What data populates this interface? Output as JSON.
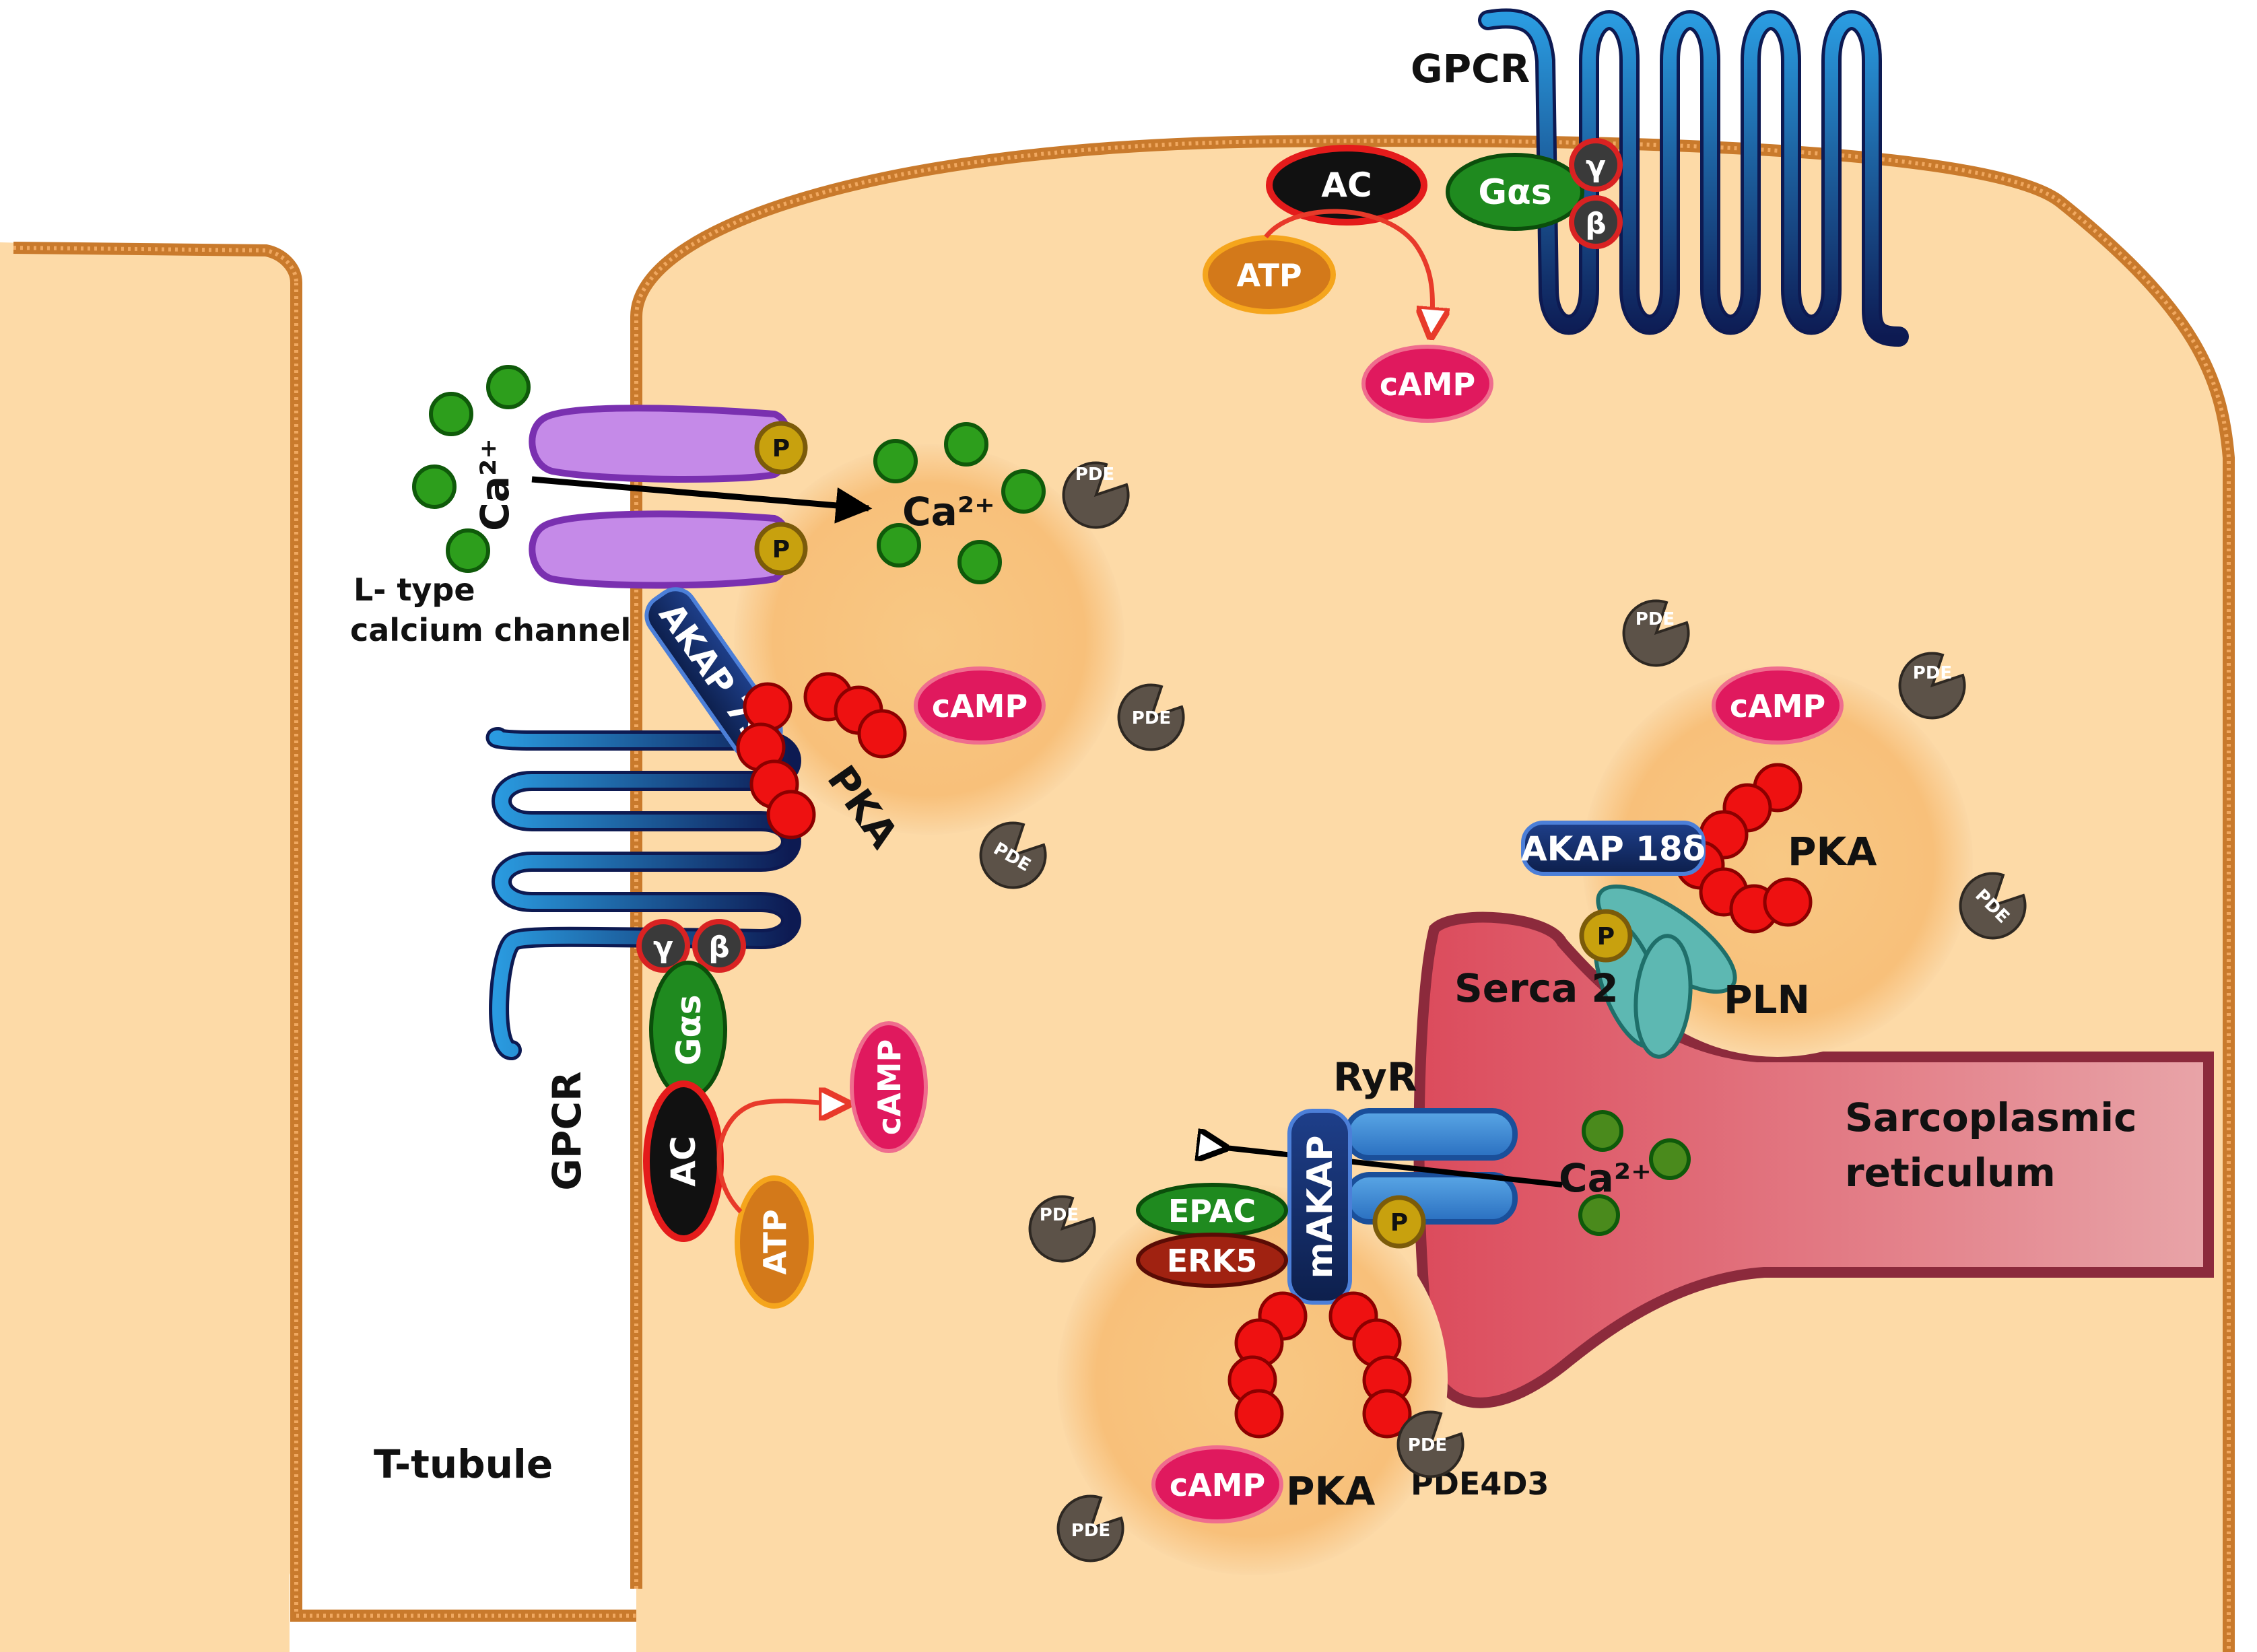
{
  "labels": {
    "gpcr_top": "GPCR",
    "gpcr_left": "GPCR",
    "ac": "AC",
    "atp": "ATP",
    "camp": "cAMP",
    "gas": "Gαs",
    "gamma": "γ",
    "beta": "β",
    "p": "P",
    "pde": "PDE",
    "pka": "PKA",
    "ca": "Ca²⁺",
    "ltype_line1": "L- type",
    "ltype_line2": "calcium channel",
    "akap79": "AKAP 79",
    "akap18": "AKAP 18δ",
    "makap": "mAKAP",
    "epac": "EPAC",
    "erk5": "ERK5",
    "serca2": "Serca 2",
    "pln": "PLN",
    "ryr": "RyR",
    "pde4d3": "PDE4D3",
    "sr_line1": "Sarcoplasmic",
    "sr_line2": "reticulum",
    "ttubule": "T-tubule"
  },
  "colors": {
    "cytoplasm": "#fddaa7",
    "membrane": "#c97a2c",
    "microdomain": "#f8c27a",
    "pka": "#ee1111",
    "camp": "#e0195e",
    "gas": "#1f8a1f",
    "calcium": "#33aa22",
    "sr": "#d8606c",
    "channel": "#b06ad8",
    "pde": "#5c5248",
    "atp": "#e8901a"
  }
}
